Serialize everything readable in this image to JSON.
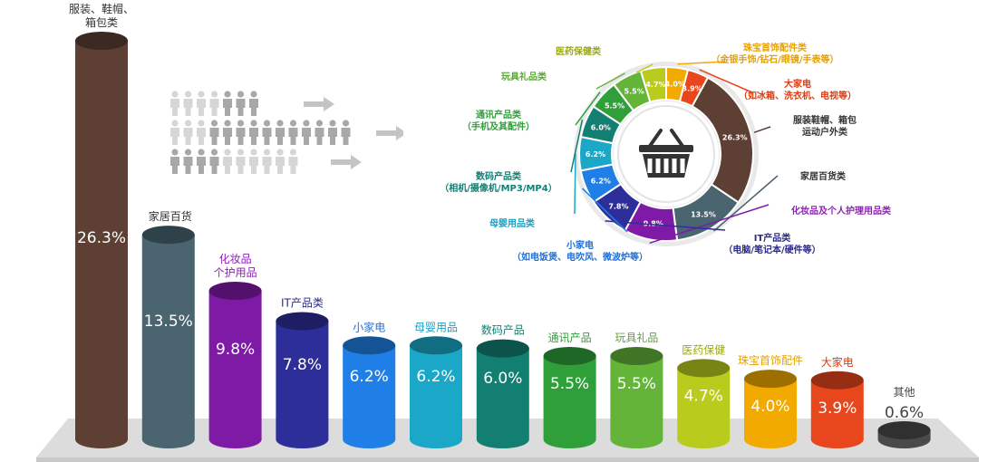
{
  "chart_data": [
    {
      "type": "bar",
      "style": "3d-cylinder",
      "categories": [
        [
          "服装、鞋帽、",
          "箱包类"
        ],
        [
          "家居百货"
        ],
        [
          "化妆品",
          "个护用品"
        ],
        [
          "IT产品类"
        ],
        [
          "小家电"
        ],
        [
          "母婴用品"
        ],
        [
          "数码产品"
        ],
        [
          "通讯产品"
        ],
        [
          "玩具礼品"
        ],
        [
          "医药保健"
        ],
        [
          "珠宝首饰配件"
        ],
        [
          "大家电"
        ],
        [
          "其他"
        ]
      ],
      "value_labels": [
        "26.3%",
        "13.5%",
        "9.8%",
        "7.8%",
        "6.2%",
        "6.2%",
        "6.0%",
        "5.5%",
        "5.5%",
        "4.7%",
        "4.0%",
        "3.9%",
        "0.6%"
      ],
      "values": [
        26.3,
        13.5,
        9.8,
        7.8,
        6.2,
        6.2,
        6.0,
        5.5,
        5.5,
        4.7,
        4.0,
        3.9,
        0.6
      ],
      "colors": [
        "#5d3f33",
        "#4a6570",
        "#7f1aa7",
        "#2e2e9a",
        "#1f7fe6",
        "#1aa7c8",
        "#137f73",
        "#2f9f3a",
        "#64b43a",
        "#b9cc1e",
        "#f2aa00",
        "#e8471d",
        "#4a4a4a"
      ],
      "category_colors": [
        "#333333",
        "#333333",
        "#8e1fb8",
        "#2a2a8c",
        "#1f6fd6",
        "#1a9fc4",
        "#137f73",
        "#2f9f3a",
        "#5aa832",
        "#9aa816",
        "#e6a100",
        "#e03a10",
        "#444444"
      ],
      "ylim": [
        0,
        28
      ]
    },
    {
      "type": "pie",
      "style": "donut",
      "center_icon": "shopping-basket-icon",
      "slices": [
        {
          "value": 4.0,
          "label": "4.0%",
          "color": "#f2aa00",
          "legend": [
            "珠宝首饰配件类",
            "（金银手饰/钻石/眼镜/手表等）"
          ],
          "legend_color": "#e6a100"
        },
        {
          "value": 3.9,
          "label": "3.9%",
          "color": "#e8471d",
          "legend": [
            "大家电",
            "（如冰箱、洗衣机、电视等）"
          ],
          "legend_color": "#e03a10"
        },
        {
          "value": 26.3,
          "label": "26.3%",
          "color": "#5d3f33",
          "legend": [
            "服装鞋帽、箱包",
            "运动户外类"
          ],
          "legend_color": "#333333"
        },
        {
          "value": 13.5,
          "label": "13.5%",
          "color": "#4a6570",
          "legend": [
            "家居百货类"
          ],
          "legend_color": "#333333"
        },
        {
          "value": 9.8,
          "label": "9.8%",
          "color": "#7f1aa7",
          "legend": [
            "化妆品及个人护理用品类"
          ],
          "legend_color": "#8e1fb8"
        },
        {
          "value": 7.8,
          "label": "7.8%",
          "color": "#2e2e9a",
          "legend": [
            "IT产品类",
            "（电脑/笔记本/硬件等）"
          ],
          "legend_color": "#2a2a8c"
        },
        {
          "value": 6.2,
          "label": "6.2%",
          "color": "#1f7fe6",
          "legend": [
            "小家电",
            "（如电饭煲、电吹风、微波炉等）"
          ],
          "legend_color": "#1f6fd6"
        },
        {
          "value": 6.2,
          "label": "6.2%",
          "color": "#1aa7c8",
          "legend": [
            "母婴用品类"
          ],
          "legend_color": "#1a9fc4"
        },
        {
          "value": 6.0,
          "label": "6.0%",
          "color": "#137f73",
          "legend": [
            "数码产品类",
            "（相机/摄像机/MP3/MP4）"
          ],
          "legend_color": "#137f73"
        },
        {
          "value": 5.5,
          "label": "5.5%",
          "color": "#2f9f3a",
          "legend": [
            "通讯产品类",
            "（手机及其配件）"
          ],
          "legend_color": "#2f9f3a"
        },
        {
          "value": 5.5,
          "label": "5.5%",
          "color": "#64b43a",
          "legend": [
            "玩具礼品类"
          ],
          "legend_color": "#5aa832"
        },
        {
          "value": 4.7,
          "label": "4.7%",
          "color": "#b9cc1e",
          "legend": [
            "医药保健类"
          ],
          "legend_color": "#9aa816"
        }
      ]
    }
  ],
  "decoration": {
    "people_icon": "person-icon",
    "arrow_icon": "arrow-right-icon",
    "people_colors": {
      "dark": "#a8a8a8",
      "light": "#d6d6d6"
    }
  }
}
